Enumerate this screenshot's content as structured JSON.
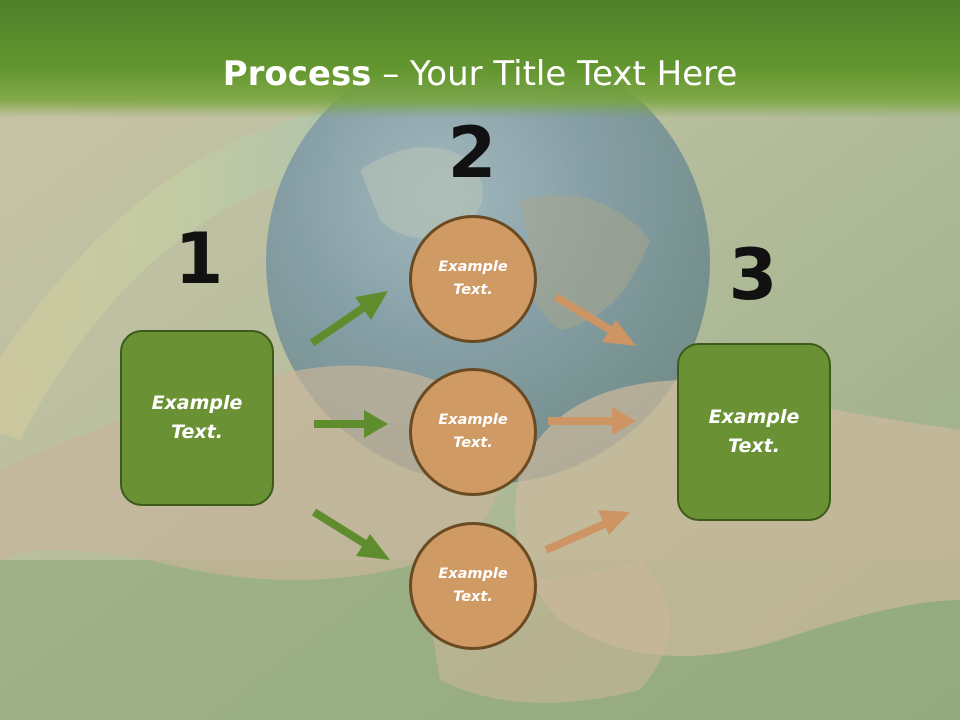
{
  "slide": {
    "title_bold": "Process",
    "title_rest": " – Your Title Text Here",
    "step_numbers": [
      "1",
      "2",
      "3"
    ],
    "left_box": "Example Text.",
    "right_box": "Example Text.",
    "circles": [
      "Example Text.",
      "Example Text.",
      "Example Text."
    ]
  },
  "colors": {
    "title_bar": "#64972f",
    "box_fill": "#6a9235",
    "circle_fill": "#cf9a63",
    "arrow_green": "#5f8d2e",
    "arrow_tan": "#cc9563"
  },
  "icons": {
    "background": "globe-in-hands-photo"
  }
}
